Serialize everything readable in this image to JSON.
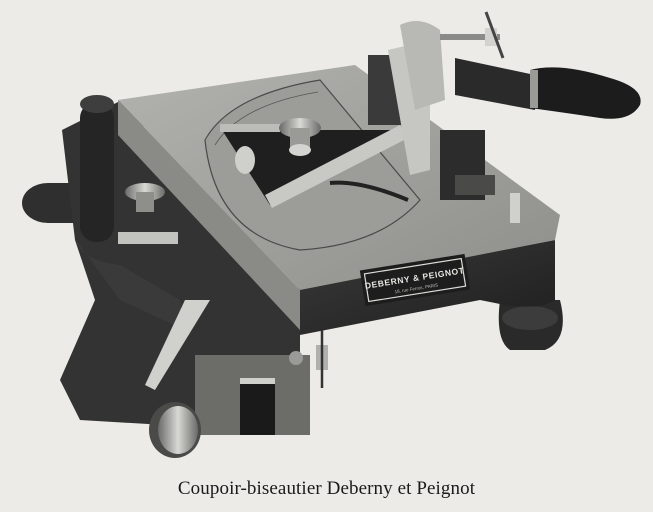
{
  "figure": {
    "caption": "Coupoir-biseautier Deberny et Peignot",
    "subject": "type-cutting and bevelling machine",
    "nameplate": {
      "line1": "DEBERNY & PEIGNOT",
      "line2": "18, rue Ferrus, PARIS"
    },
    "style": "black-and-white halftone photograph",
    "colors": {
      "background": "#ecebe8",
      "metal_light": "#a9a9a6",
      "metal_mid": "#7d7d7a",
      "metal_dark": "#2b2b2b",
      "caption_text": "#1a1a1a"
    }
  }
}
